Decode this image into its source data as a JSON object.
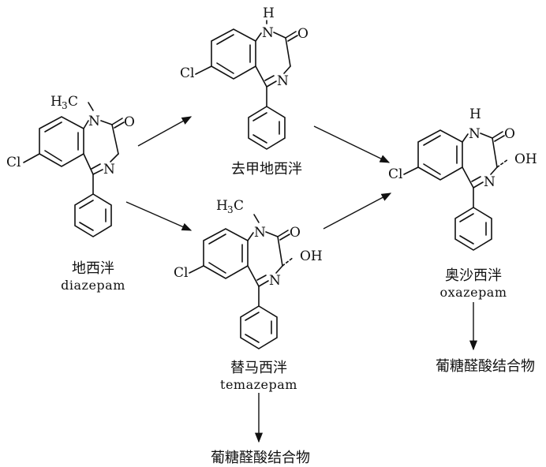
{
  "compounds": {
    "diazepam": {
      "name_cn": "地西泮",
      "name_en": "diazepam"
    },
    "nordiazepam": {
      "name_cn": "去甲地西泮",
      "name_en": ""
    },
    "temazepam": {
      "name_cn": "替马西泮",
      "name_en": "temazepam"
    },
    "oxazepam": {
      "name_cn": "奥沙西泮",
      "name_en": "oxazepam"
    }
  },
  "products": {
    "temazepam_conjugate": "葡糖醛酸结合物",
    "oxazepam_conjugate": "葡糖醛酸结合物"
  },
  "atoms": {
    "cl": "Cl",
    "n": "N",
    "o": "O",
    "h": "H",
    "oh": "OH",
    "h3c": "H",
    "c3": "C",
    "sub3": "3",
    "ch3_dash": "-"
  },
  "colors": {
    "ink": "#111111",
    "background": "#ffffff"
  }
}
